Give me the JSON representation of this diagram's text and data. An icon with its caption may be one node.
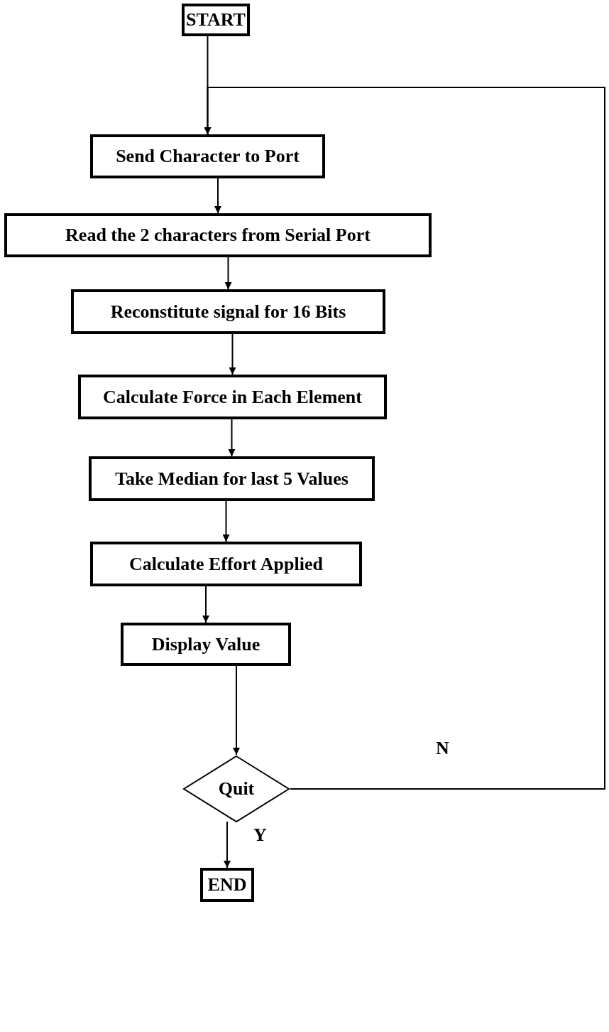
{
  "diagram": {
    "nodes": [
      {
        "text": [
          "START"
        ]
      },
      {
        "text": [
          "Send Character to Port"
        ]
      },
      {
        "text": [
          "Read the 2 characters from Serial Port"
        ]
      },
      {
        "text": [
          "Reconstitute signal for 16 Bits"
        ]
      },
      {
        "text": [
          "Calculate Force in Each Element"
        ]
      },
      {
        "text": [
          "Take Median for last 5 Values"
        ]
      },
      {
        "text": [
          "Calculate Effort Applied"
        ]
      },
      {
        "text": [
          "Display Value"
        ]
      },
      {
        "text": [
          "Quit"
        ]
      },
      {
        "text": [
          "END"
        ]
      }
    ],
    "edges": [
      {
        "from": 0,
        "to": 1,
        "arrow": "to"
      },
      {
        "from": 1,
        "to": 2,
        "arrow": "to"
      },
      {
        "from": 2,
        "to": 3,
        "arrow": "to"
      },
      {
        "from": 3,
        "to": 4,
        "arrow": "to"
      },
      {
        "from": 4,
        "to": 5,
        "arrow": "to"
      },
      {
        "from": 5,
        "to": 6,
        "arrow": "to"
      },
      {
        "from": 6,
        "to": 7,
        "arrow": "to"
      },
      {
        "from": 7,
        "to": 8,
        "arrow": "to"
      },
      {
        "from": 8,
        "to": 9,
        "arrow": "to",
        "label": "Y"
      },
      {
        "from": 8,
        "to": 1,
        "arrow": "to",
        "label": "N"
      }
    ]
  }
}
